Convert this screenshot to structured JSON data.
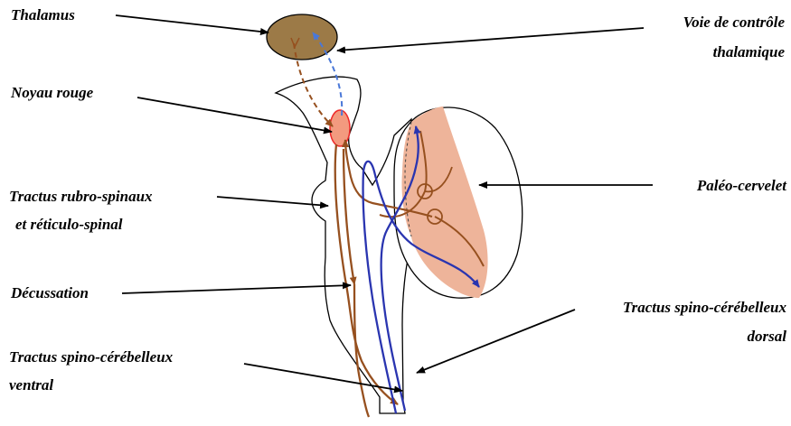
{
  "labels": {
    "thalamus": "Thalamus",
    "noyau_rouge": "Noyau rouge",
    "tractus_rubro_line1": "Tractus rubro-spinaux",
    "tractus_rubro_line2": "et réticulo-spinal",
    "decussation": "Décussation",
    "spino_ventral_line1": "Tractus spino-cérébelleux",
    "spino_ventral_line2": "ventral",
    "voie_line1": "Voie de contrôle",
    "voie_line2": "thalamique",
    "paleo": "Paléo-cervelet",
    "spino_dorsal_line1": "Tractus spino-cérébelleux",
    "spino_dorsal_line2": "dorsal"
  },
  "colors": {
    "thalamus_fill": "#9c7a47",
    "cerebellum_fill": "#eeb49a",
    "red_nucleus_fill": "#f39a7f",
    "red_nucleus_stroke": "#ee2a2a",
    "motor_pathway": "#96501f",
    "sensory_pathway": "#2a35b0",
    "thalamic_control": "#4a78d8"
  }
}
